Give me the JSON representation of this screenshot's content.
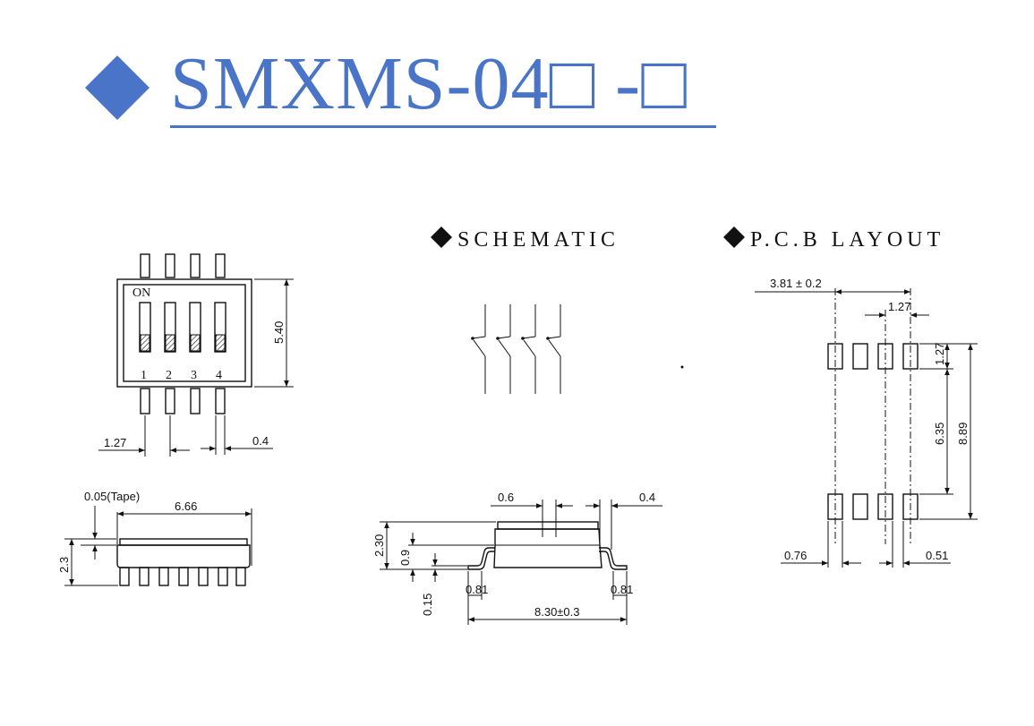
{
  "title": "SMXMS-04□ -□",
  "sections": {
    "schematic": "SCHEMATIC",
    "pcb_layout": "P.C.B LAYOUT"
  },
  "top_view": {
    "on_label": "ON",
    "switch_numbers": [
      "1",
      "2",
      "3",
      "4"
    ],
    "dim_height": "5.40",
    "dim_pitch": "1.27",
    "dim_pin_width": "0.4"
  },
  "side_view": {
    "dim_tape": "0.05(Tape)",
    "dim_length": "6.66",
    "dim_height": "2.3"
  },
  "front_view": {
    "dim_actuator": "0.6",
    "dim_lead_width": "0.4",
    "dim_total_height": "2.30",
    "dim_body": "0.9",
    "dim_standoff": "0.15",
    "dim_foot_left": "0.81",
    "dim_foot_right": "0.81",
    "dim_overall": "8.30±0.3"
  },
  "pcb": {
    "dim_span": "3.81 ± 0.2",
    "dim_pitch": "1.27",
    "dim_pad_len": "1.27",
    "dim_inner": "6.35",
    "dim_outer": "8.89",
    "dim_pad_width": "0.76",
    "dim_gap": "0.51"
  },
  "colors": {
    "accent": "#4a74c8",
    "line": "#111111"
  }
}
